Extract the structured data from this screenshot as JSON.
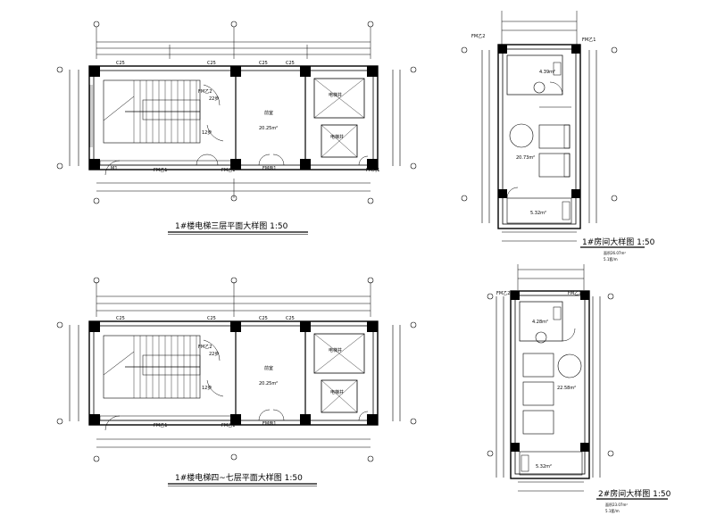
{
  "drawings": {
    "plan3": {
      "title": "1#楼电梯三层平面大样图 1:50",
      "labels": {
        "c1": "C25",
        "c2": "C25",
        "c3": "C25",
        "c4": "C25",
        "fm_top": "FM乙2",
        "fm_b1": "FM乙1",
        "fm_b2": "FM乙1",
        "fm_b3": "FM丙1",
        "fm_b4": "FM丙1",
        "up": "22步",
        "dn": "12步",
        "m1": "M1",
        "room_area": "20.25m²",
        "shaft1": "电梯井",
        "shaft2": "电梯井",
        "mid": "前室"
      }
    },
    "plan47": {
      "title": "1#楼电梯四~七层平面大样图 1:50",
      "labels": {
        "c1": "C25",
        "c2": "C25",
        "c3": "C25",
        "c4": "C25",
        "fm_top": "FM乙2",
        "fm_b1": "FM乙1",
        "fm_b2": "FM乙1",
        "fm_b3": "FM丙1",
        "up": "22步",
        "dn": "12步",
        "room_area": "20.25m²",
        "shaft1": "电梯井",
        "shaft2": "电梯井",
        "mid": "前室"
      }
    },
    "room1": {
      "title": "1#房间大样图 1:50",
      "sub1": "面积26.07m²",
      "sub2": "5.1套/m",
      "labels": {
        "fm": "FM乙2",
        "area_top": "4.39m²",
        "area_mid": "20.73m²",
        "area_bot": "5.32m²",
        "door_top": "FM乙1"
      }
    },
    "room2": {
      "title": "2#房间大样图 1:50",
      "sub1": "面积23.07m²",
      "sub2": "5.1套/m",
      "labels": {
        "fm": "FM乙2",
        "area_top": "4.28m²",
        "area_mid": "22.58m²",
        "area_bot": "5.32m²",
        "door_top": "FM乙1"
      }
    }
  }
}
